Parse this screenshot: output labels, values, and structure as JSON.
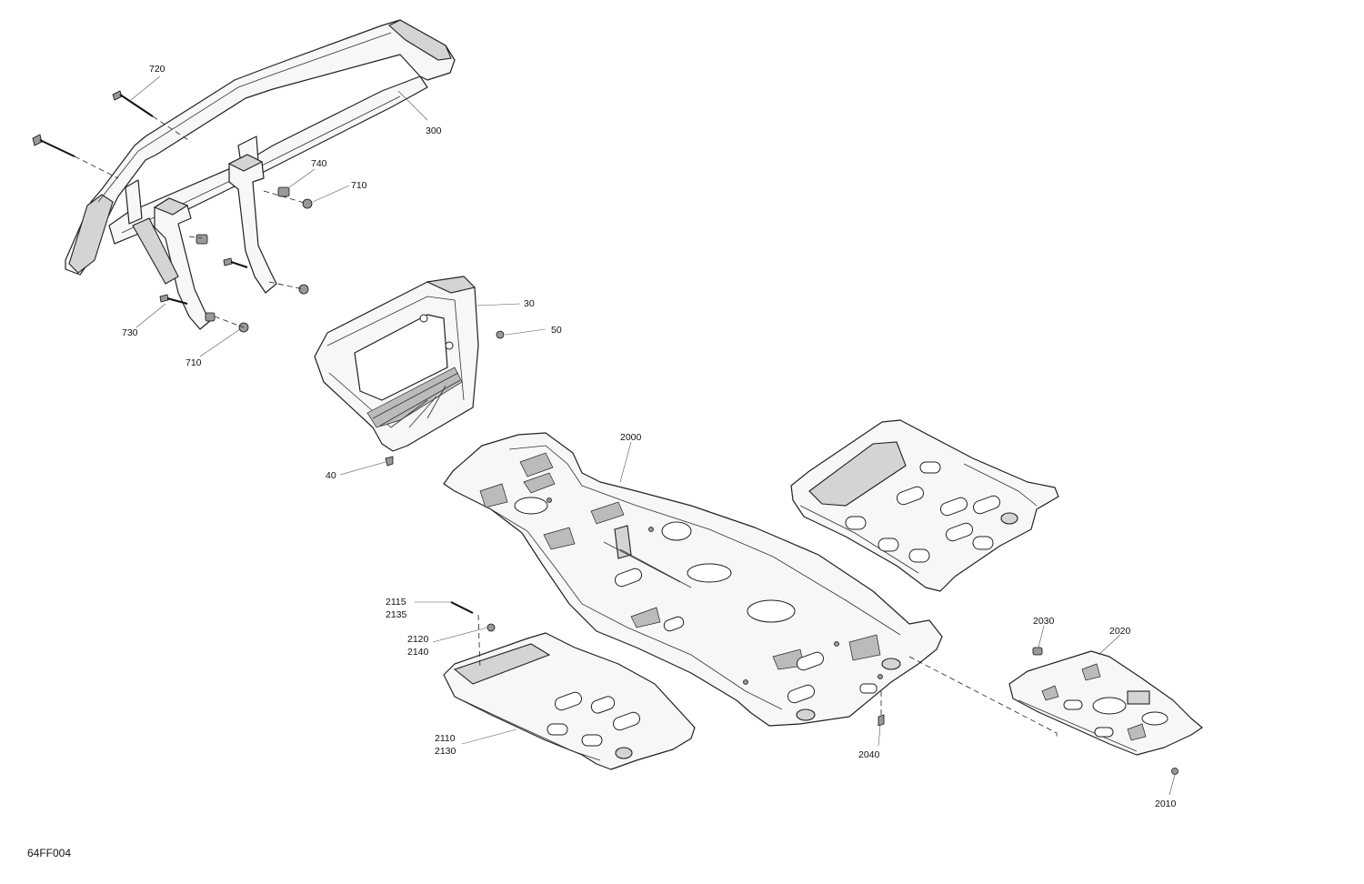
{
  "figure_code": "64FF004",
  "callouts": {
    "c720": "720",
    "c300": "300",
    "c740": "740",
    "c710a": "710",
    "c730": "730",
    "c710b": "710",
    "c30": "30",
    "c50": "50",
    "c40": "40",
    "c2000": "2000",
    "c2115": "2115",
    "c2135": "2135",
    "c2120": "2120",
    "c2140": "2140",
    "c2110": "2110",
    "c2130": "2130",
    "c2040": "2040",
    "c2030": "2030",
    "c2020": "2020",
    "c2010": "2010"
  }
}
